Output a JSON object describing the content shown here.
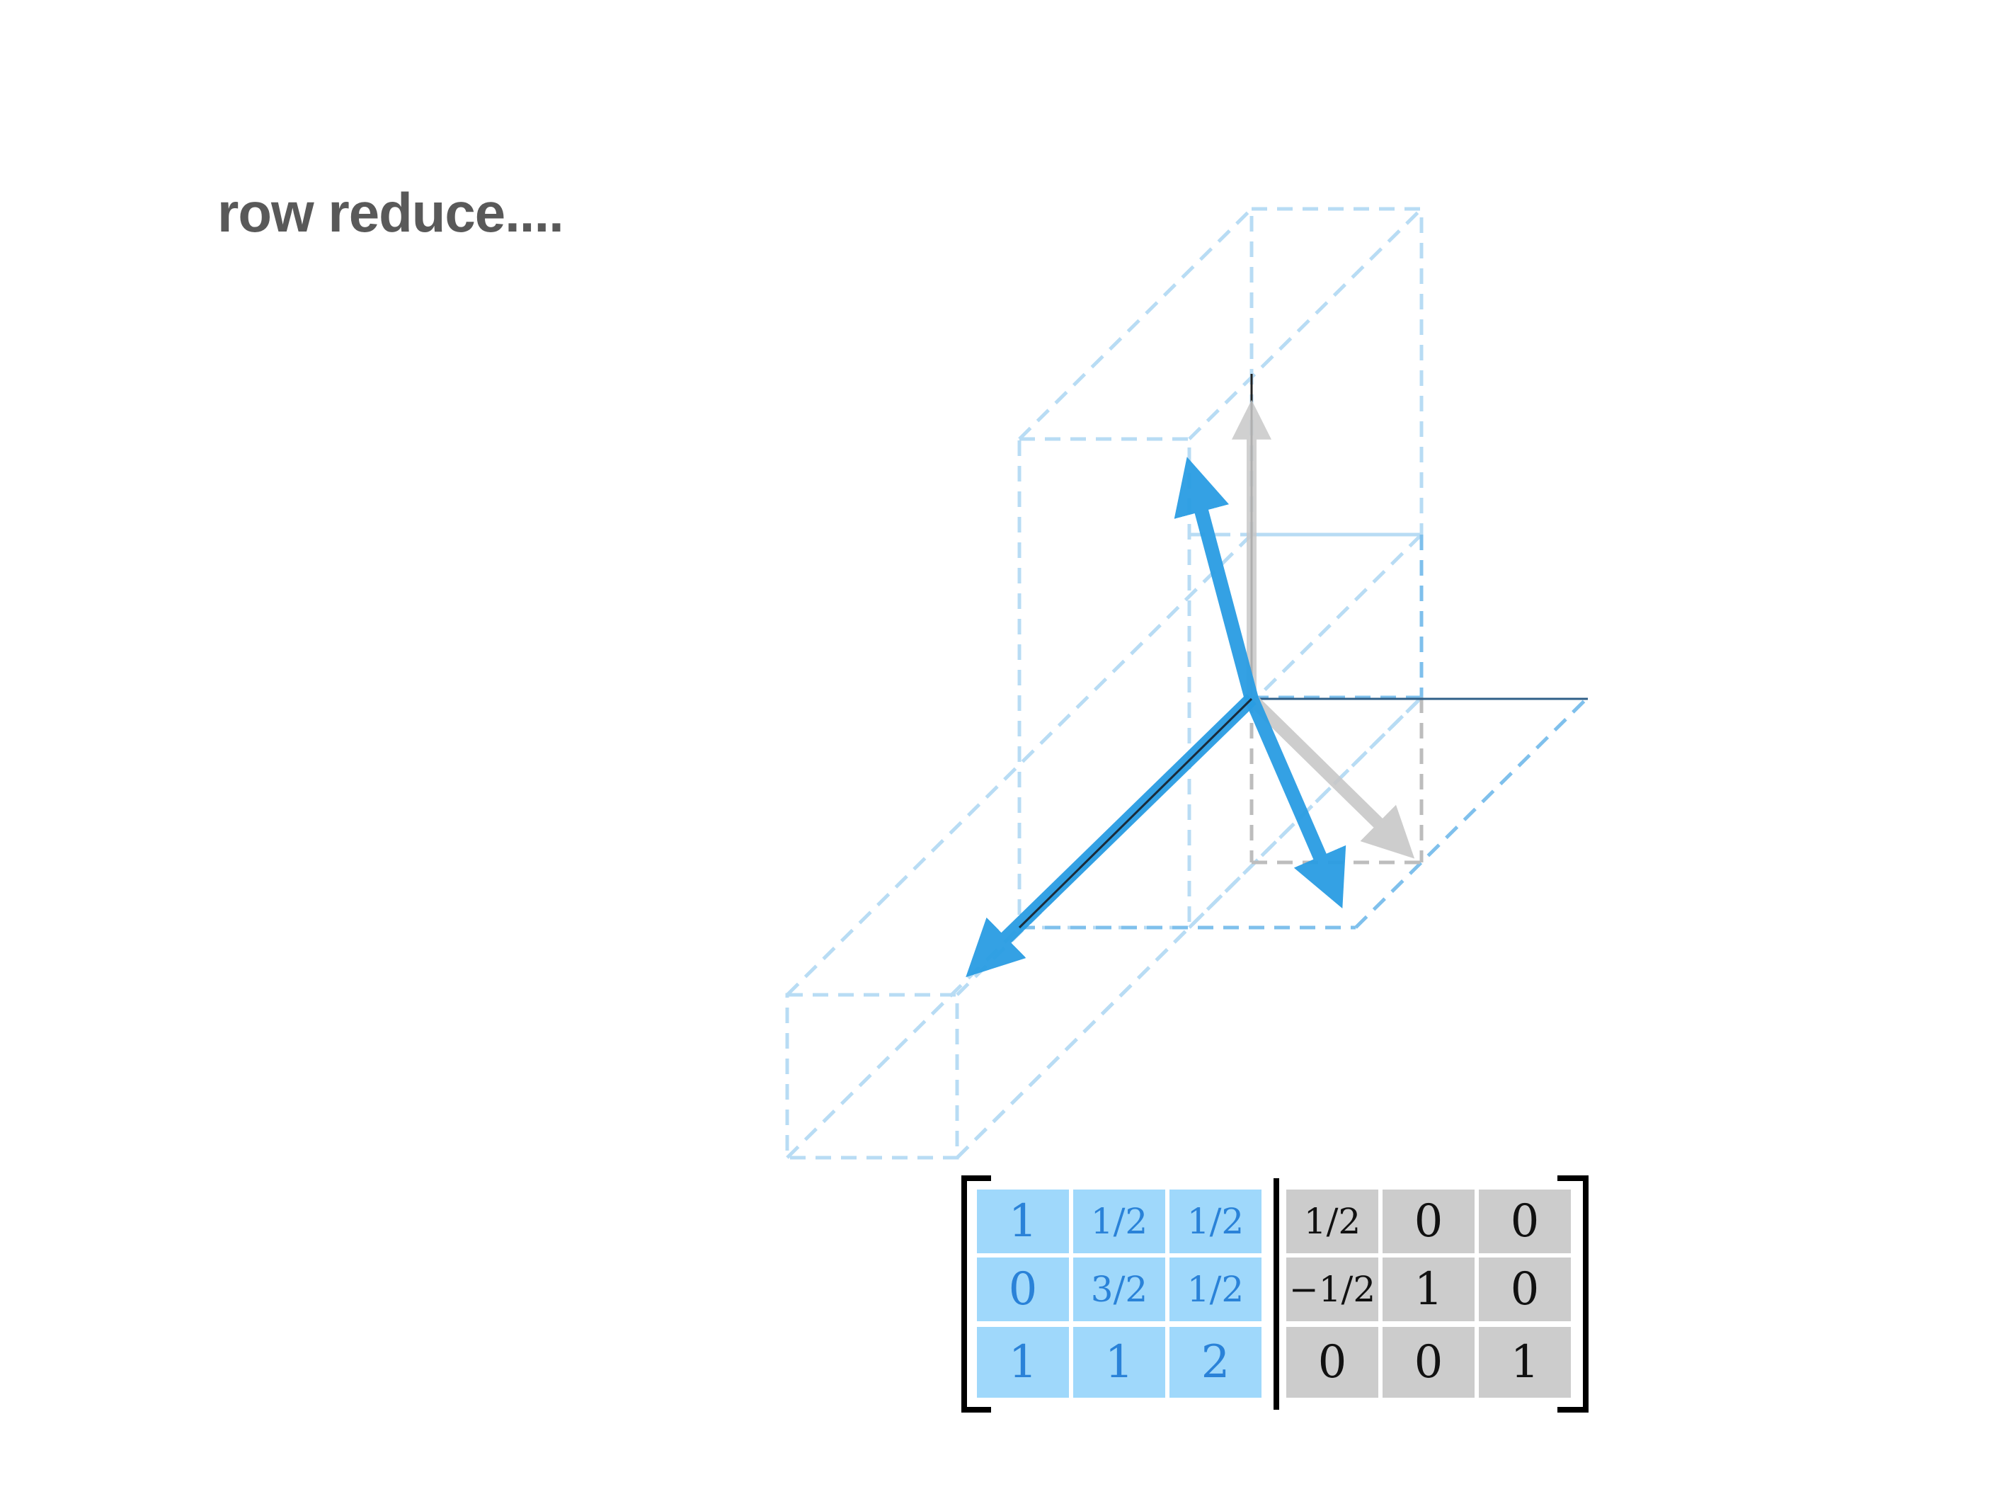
{
  "title": "row reduce....",
  "colors": {
    "vector_blue": "#2a9de3",
    "box_dash": "#b8dcf4",
    "box_dash_strong": "#7fc0ec",
    "gray_vector": "#c8c8c8",
    "cell_blue": "#9fd8fb",
    "cell_gray": "#cccccc"
  },
  "matrix": {
    "left_block": [
      [
        "1",
        "1/2",
        "1/2"
      ],
      [
        "0",
        "3/2",
        "1/2"
      ],
      [
        "1",
        "1",
        "2"
      ]
    ],
    "right_block": [
      [
        "1/2",
        "0",
        "0"
      ],
      [
        "−1/2",
        "1",
        "0"
      ],
      [
        "0",
        "0",
        "1"
      ]
    ]
  }
}
